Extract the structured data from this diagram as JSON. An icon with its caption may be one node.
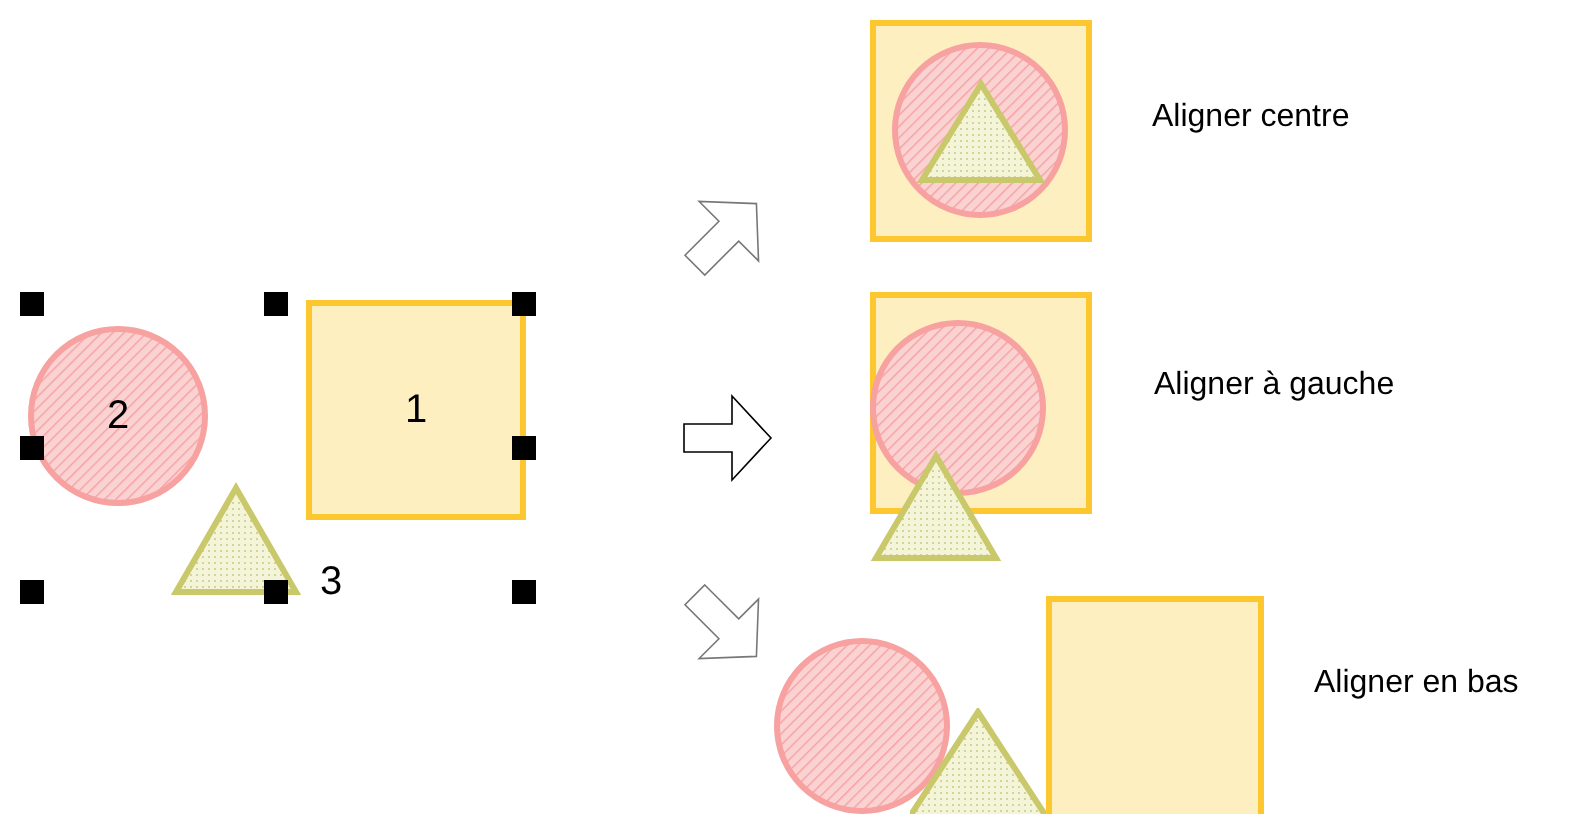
{
  "diagram": {
    "nodes": [
      {
        "text": [
          "1"
        ]
      },
      {
        "text": [
          "2"
        ]
      },
      {
        "text": [],
        "shape": "triangle",
        "beside": [
          "3"
        ]
      },
      {
        "text": [],
        "shape": "box"
      },
      {
        "text": [],
        "shape": "circle",
        "in": 3
      },
      {
        "text": [],
        "shape": "triangle",
        "in": 4
      },
      {
        "text": [],
        "shape": "box"
      },
      {
        "text": [],
        "shape": "circle",
        "in": 6
      },
      {
        "text": [],
        "shape": "triangle"
      },
      {
        "text": [],
        "shape": "box"
      },
      {
        "text": [],
        "shape": "circle"
      },
      {
        "text": [],
        "shape": "triangle"
      }
    ],
    "edges": [],
    "labels": [
      "Aligner centre",
      "Aligner à gauche",
      "Aligner en bas"
    ]
  }
}
